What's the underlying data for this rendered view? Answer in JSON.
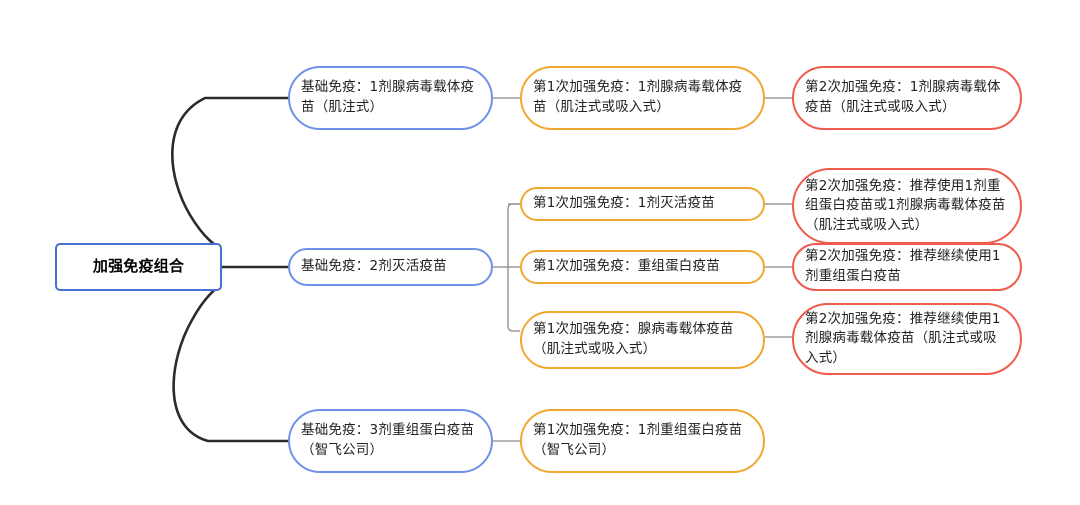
{
  "diagram": {
    "type": "mind-map",
    "title_node": "加强免疫组合",
    "colors": {
      "root_border": "#4a6fd4",
      "level1_border": "#6f91e8",
      "level2_border": "#f0a830",
      "level3_border": "#ef5b4c",
      "root_connector": "#2b2b2b",
      "branch_connector": "#8a8a8a",
      "background": "#ffffff",
      "text": "#222222"
    },
    "root": {
      "label": "加强免疫组合"
    },
    "branches": [
      {
        "id": "branch-adenovirus",
        "primary": {
          "label": "基础免疫：1剂腺病毒载体疫苗（肌注式）"
        },
        "children": [
          {
            "id": "b1-boost1",
            "label": "第1次加强免疫：1剂腺病毒载体疫苗（肌注式或吸入式）",
            "next": {
              "id": "b1-boost2",
              "label": "第2次加强免疫：1剂腺病毒载体疫苗（肌注式或吸入式）"
            }
          }
        ]
      },
      {
        "id": "branch-inactivated",
        "primary": {
          "label": "基础免疫：2剂灭活疫苗"
        },
        "children": [
          {
            "id": "b2-boost1-a",
            "label": "第1次加强免疫：1剂灭活疫苗",
            "next": {
              "id": "b2-boost2-a",
              "label": "第2次加强免疫：推荐使用1剂重组蛋白疫苗或1剂腺病毒载体疫苗（肌注式或吸入式）"
            }
          },
          {
            "id": "b2-boost1-b",
            "label": "第1次加强免疫：重组蛋白疫苗",
            "next": {
              "id": "b2-boost2-b",
              "label": "第2次加强免疫：推荐继续使用1剂重组蛋白疫苗"
            }
          },
          {
            "id": "b2-boost1-c",
            "label": "第1次加强免疫：腺病毒载体疫苗（肌注式或吸入式）",
            "next": {
              "id": "b2-boost2-c",
              "label": "第2次加强免疫：推荐继续使用1剂腺病毒载体疫苗（肌注式或吸入式）"
            }
          }
        ]
      },
      {
        "id": "branch-recombinant",
        "primary": {
          "label": "基础免疫：3剂重组蛋白疫苗（智飞公司）"
        },
        "children": [
          {
            "id": "b3-boost1",
            "label": "第1次加强免疫：1剂重组蛋白疫苗（智飞公司）",
            "next": null
          }
        ]
      }
    ]
  }
}
